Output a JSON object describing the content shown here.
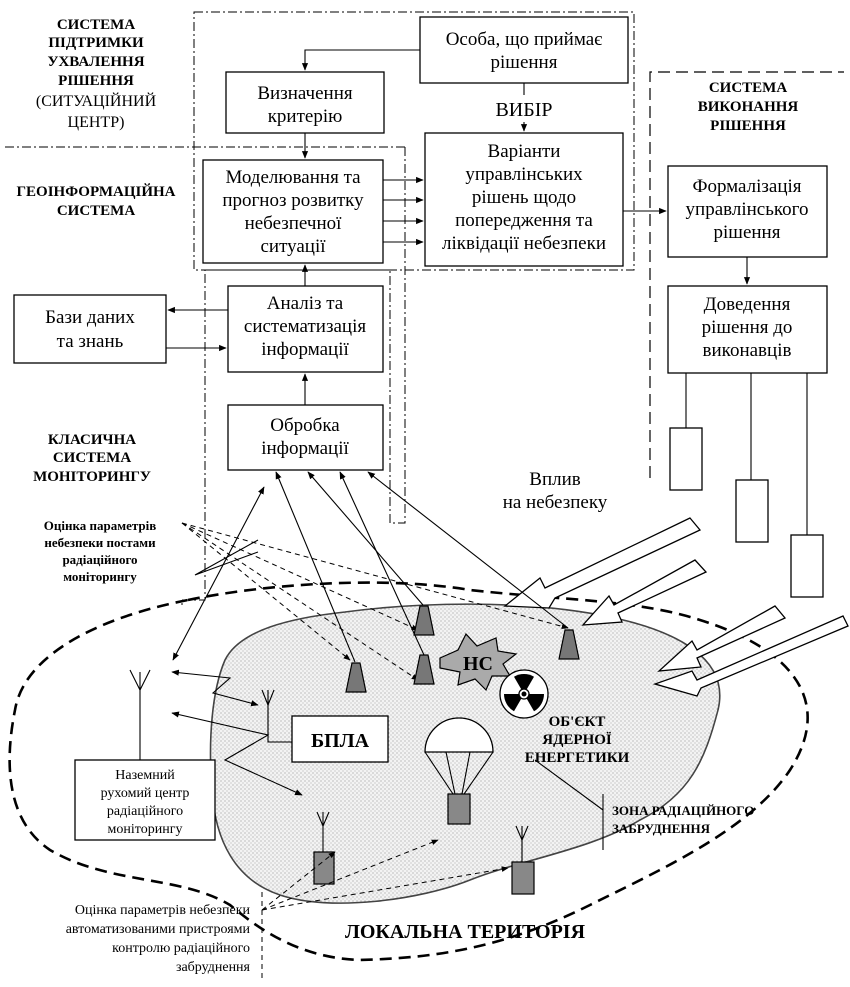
{
  "labels": {
    "dss_title_1": "СИСТЕМА",
    "dss_title_2": "ПІДТРИМКИ",
    "dss_title_3": "УХВАЛЕННЯ",
    "dss_title_4": "РІШЕННЯ",
    "dss_sub_1": "(СИТУАЦІЙНИЙ",
    "dss_sub_2": "ЦЕНТР)",
    "gis_title_1": "ГЕОІНФОРМАЦІЙНА",
    "gis_title_2": "СИСТЕМА",
    "mon_title_1": "КЛАСИЧНА",
    "mon_title_2": "СИСТЕМА",
    "mon_title_3": "МОНІТОРИНГУ",
    "exec_title_1": "СИСТЕМА",
    "exec_title_2": "ВИКОНАННЯ",
    "exec_title_3": "РІШЕННЯ",
    "vybir": "ВИБІР",
    "vplyv_1": "Вплив",
    "vplyv_2": "на небезпеку",
    "posts_1": "Оцінка параметрів",
    "posts_2": "небезпеки постами",
    "posts_3": "радіаційного",
    "posts_4": "моніторингу",
    "auto_1": "Оцінка параметрів небезпеки",
    "auto_2": "автоматизованими пристроями",
    "auto_3": "контролю радіаційного",
    "auto_4": "забруднення",
    "hs": "НС",
    "bpla": "БПЛА",
    "npp_1": "ОБ'ЄКТ",
    "npp_2": "ЯДЕРНОЇ",
    "npp_3": "ЕНЕРГЕТИКИ",
    "zone_1": "ЗОНА РАДІАЦІЙНОГО",
    "zone_2": "ЗАБРУДНЕННЯ",
    "local": "ЛОКАЛЬНА ТЕРИТОРІЯ"
  },
  "boxes": {
    "decision_maker": [
      "Особа, що приймає",
      "рішення"
    ],
    "criterion": [
      "Визначення",
      "критерію"
    ],
    "modeling": [
      "Моделювання та",
      "прогноз розвитку",
      "небезпечної",
      "ситуації"
    ],
    "variants": [
      "Варіанти",
      "управлінських",
      "рішень щодо",
      "попередження та",
      "ліквідації небезпеки"
    ],
    "formalization": [
      "Формалізація",
      "управлінського",
      "рішення"
    ],
    "delivery": [
      "Доведення",
      "рішення до",
      "виконавців"
    ],
    "analysis": [
      "Аналіз та",
      "систематизація",
      "інформації"
    ],
    "databases": [
      "Бази даних",
      "та знань"
    ],
    "processing": [
      "Обробка",
      "інформації"
    ],
    "ground_center": [
      "Наземний",
      "рухомий центр",
      "радіаційного",
      "моніторингу"
    ]
  }
}
